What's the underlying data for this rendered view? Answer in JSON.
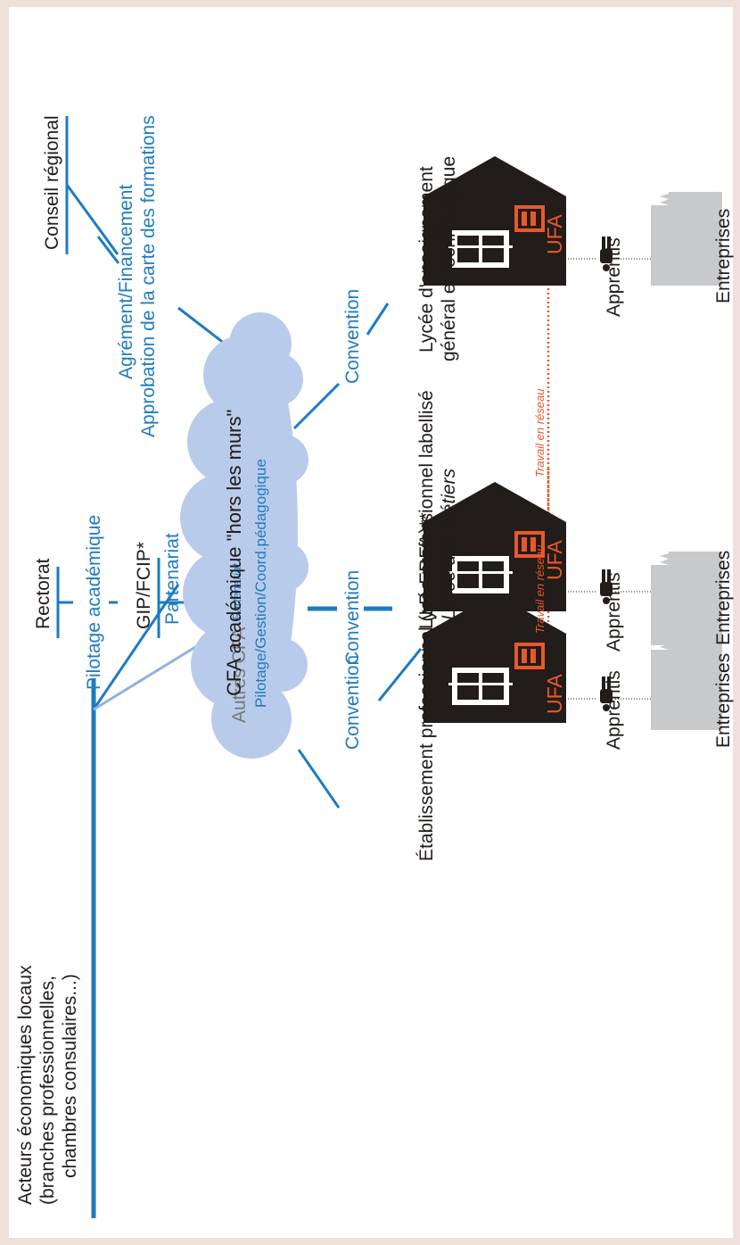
{
  "colors": {
    "blue": "#1e7bc2",
    "light_blue": "#8fb3e0",
    "cloud": "#b8cbea",
    "orange": "#e8582b",
    "dark": "#221c1a",
    "grey": "#c8c9cb",
    "background": "#efe1da"
  },
  "nodes": {
    "acteurs": [
      "Acteurs économiques locaux",
      "(branches professionnelles,",
      "chambres consulaires...)"
    ],
    "conseil_regional": "Conseil régional",
    "rectorat": "Rectorat",
    "gip": "GIP/FCIP*",
    "cfa": "CFA académique \"hors les murs\"",
    "cfa_roles": "Pilotage/Gestion/Coord.pédagogique",
    "autres_cfa": "Autres CFA",
    "etab_pro": "Établissement professionnel (LP, EREA)**",
    "lycee_pro": "Lycée professionnel labellisé",
    "lycee_metiers": "Lycée des métiers",
    "lycee_egt": [
      "Lycée d'enseignement",
      "général et technologique"
    ]
  },
  "relations": {
    "partenariat": "Partenariat",
    "partenariat_autres": "Partenariat",
    "pilotage_academique": "Pilotage académique",
    "agrement": [
      "Agrément/Financement",
      "Approbation de la carte des formations"
    ],
    "convention": "Convention",
    "travail_reseau": "Travail en réseau"
  },
  "units": {
    "ufa": "UFA",
    "apprentis": "Apprentis",
    "entreprises": "Entreprises"
  }
}
